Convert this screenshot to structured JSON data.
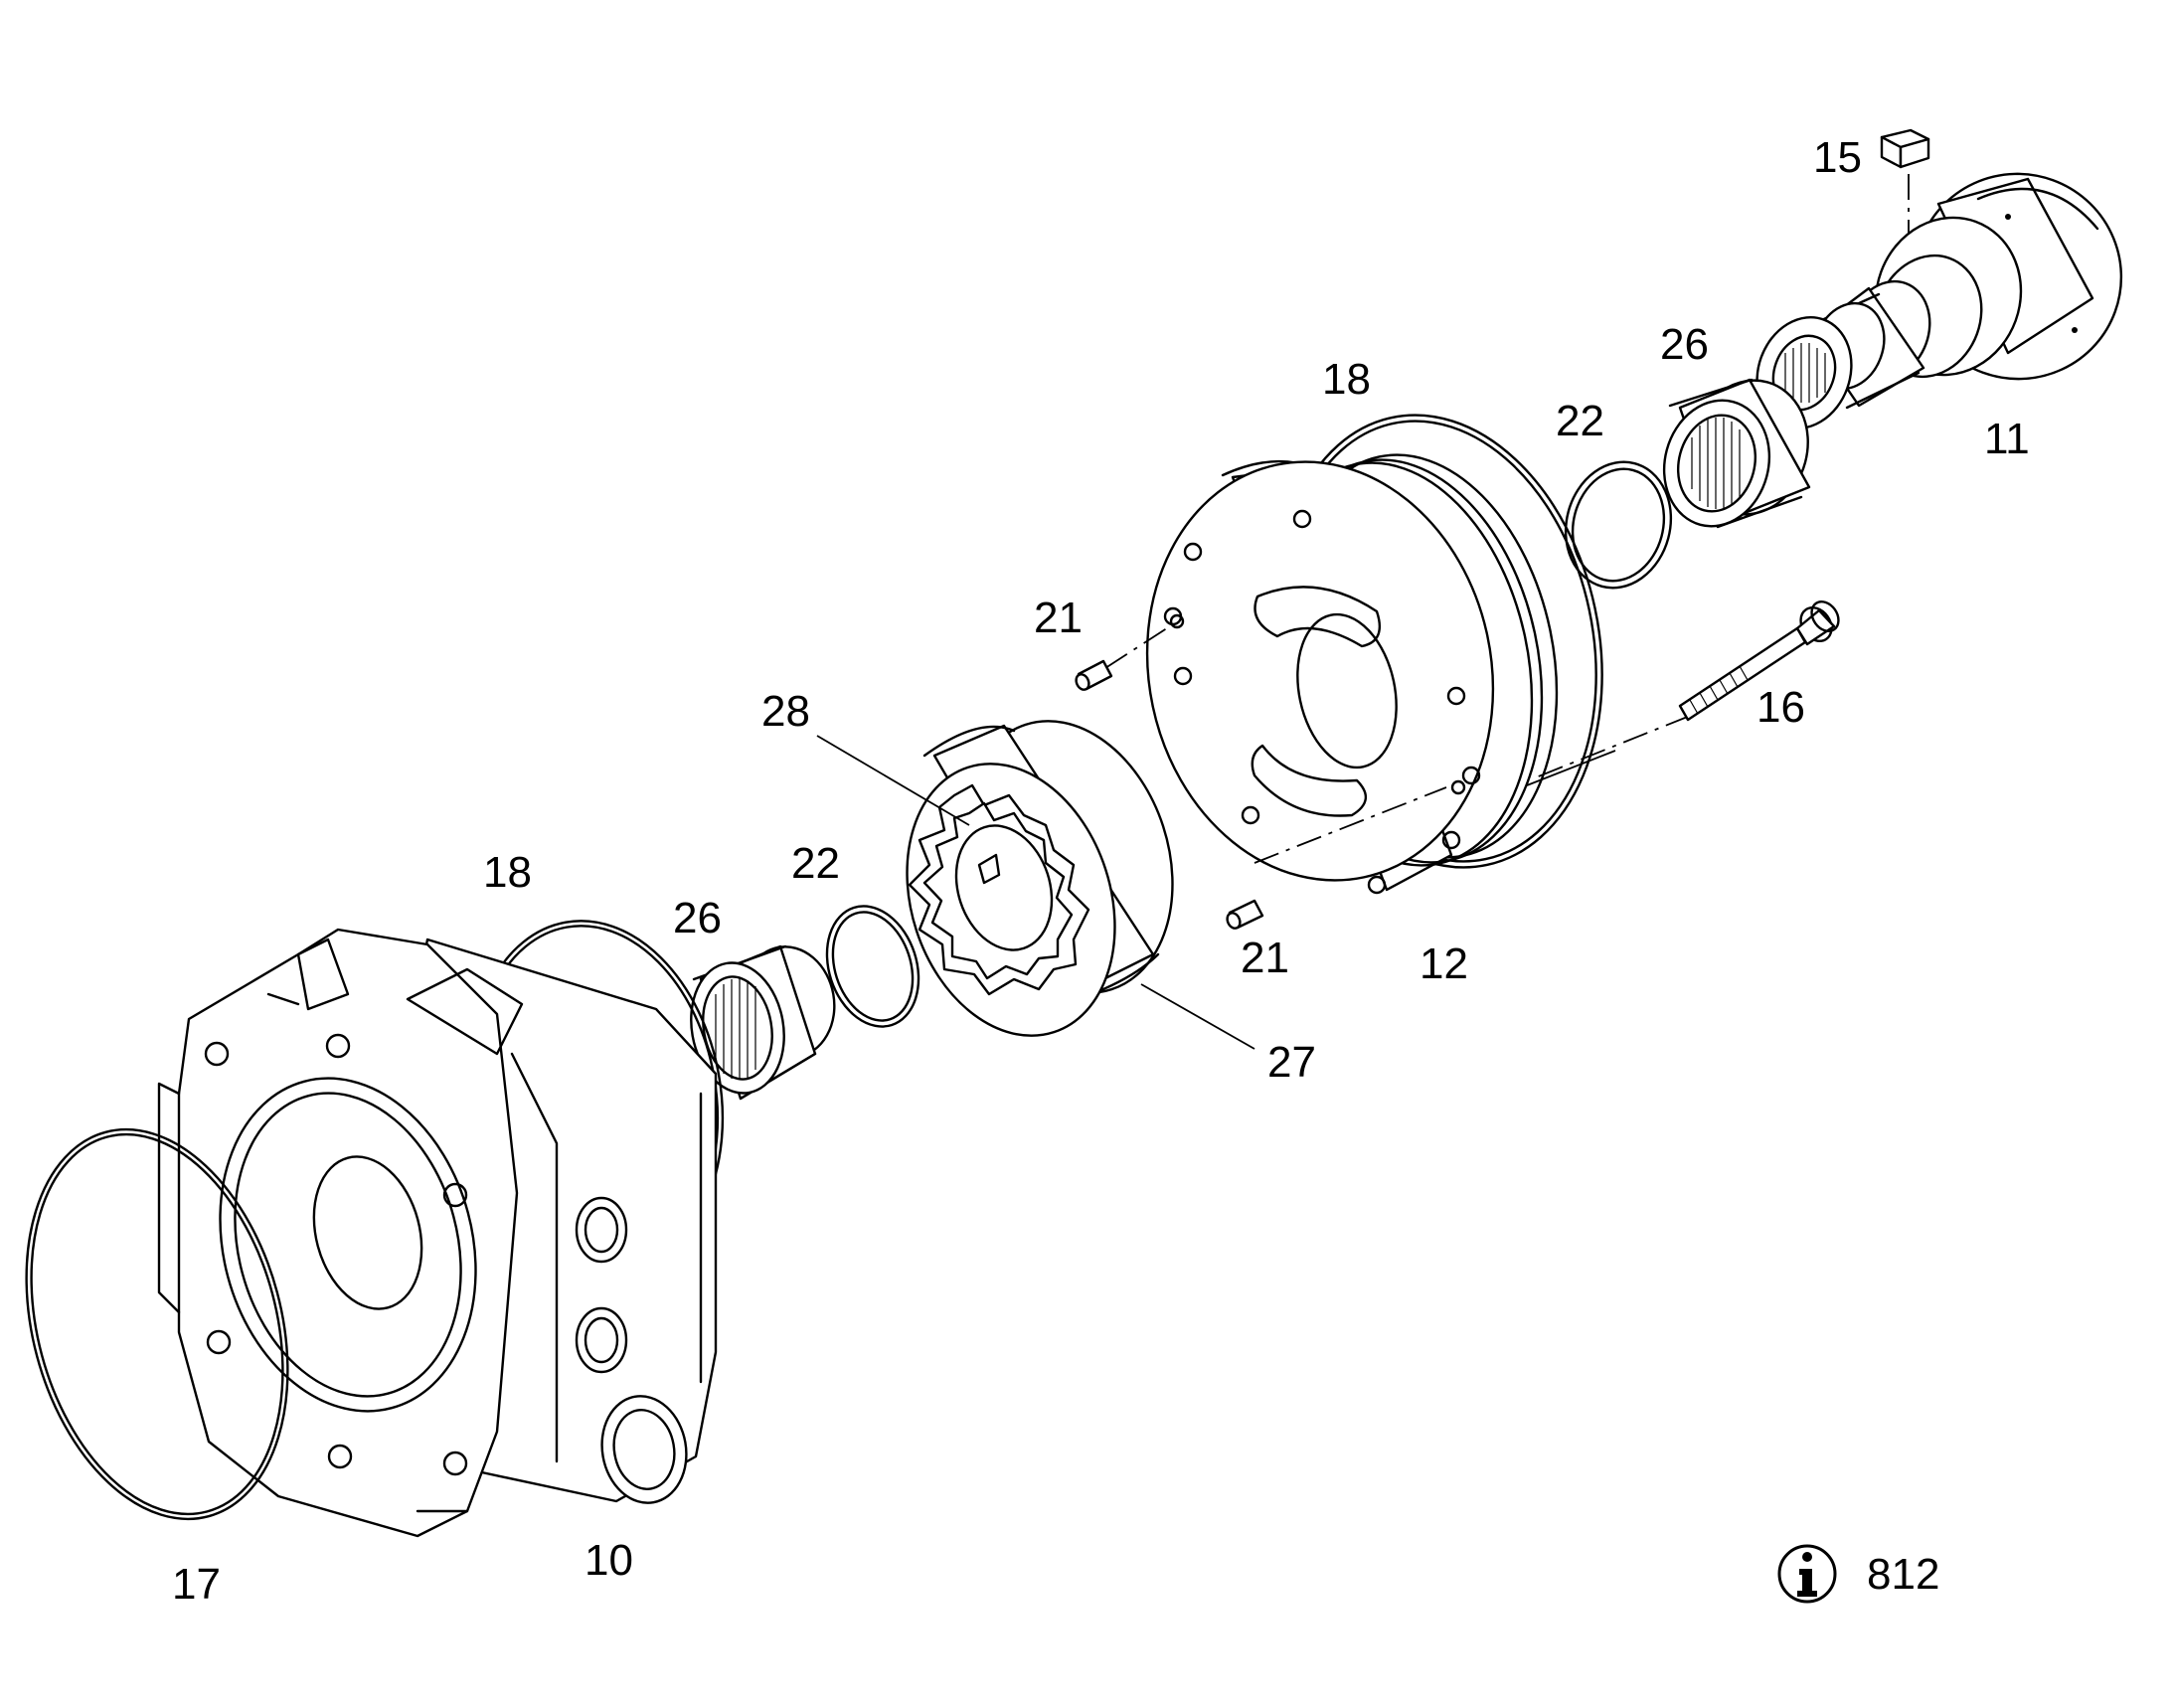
{
  "callouts": {
    "c15": "15",
    "c26_top": "26",
    "c11": "11",
    "c18_top": "18",
    "c22_top": "22",
    "c21_top": "21",
    "c16": "16",
    "c28": "28",
    "c22_mid": "22",
    "c26_mid": "26",
    "c18_left": "18",
    "c21_bottom": "21",
    "c12": "12",
    "c27": "27",
    "c17": "17",
    "c10": "10"
  },
  "info_badge": {
    "icon": "info-icon",
    "glyph": "i",
    "page_ref": "812"
  }
}
